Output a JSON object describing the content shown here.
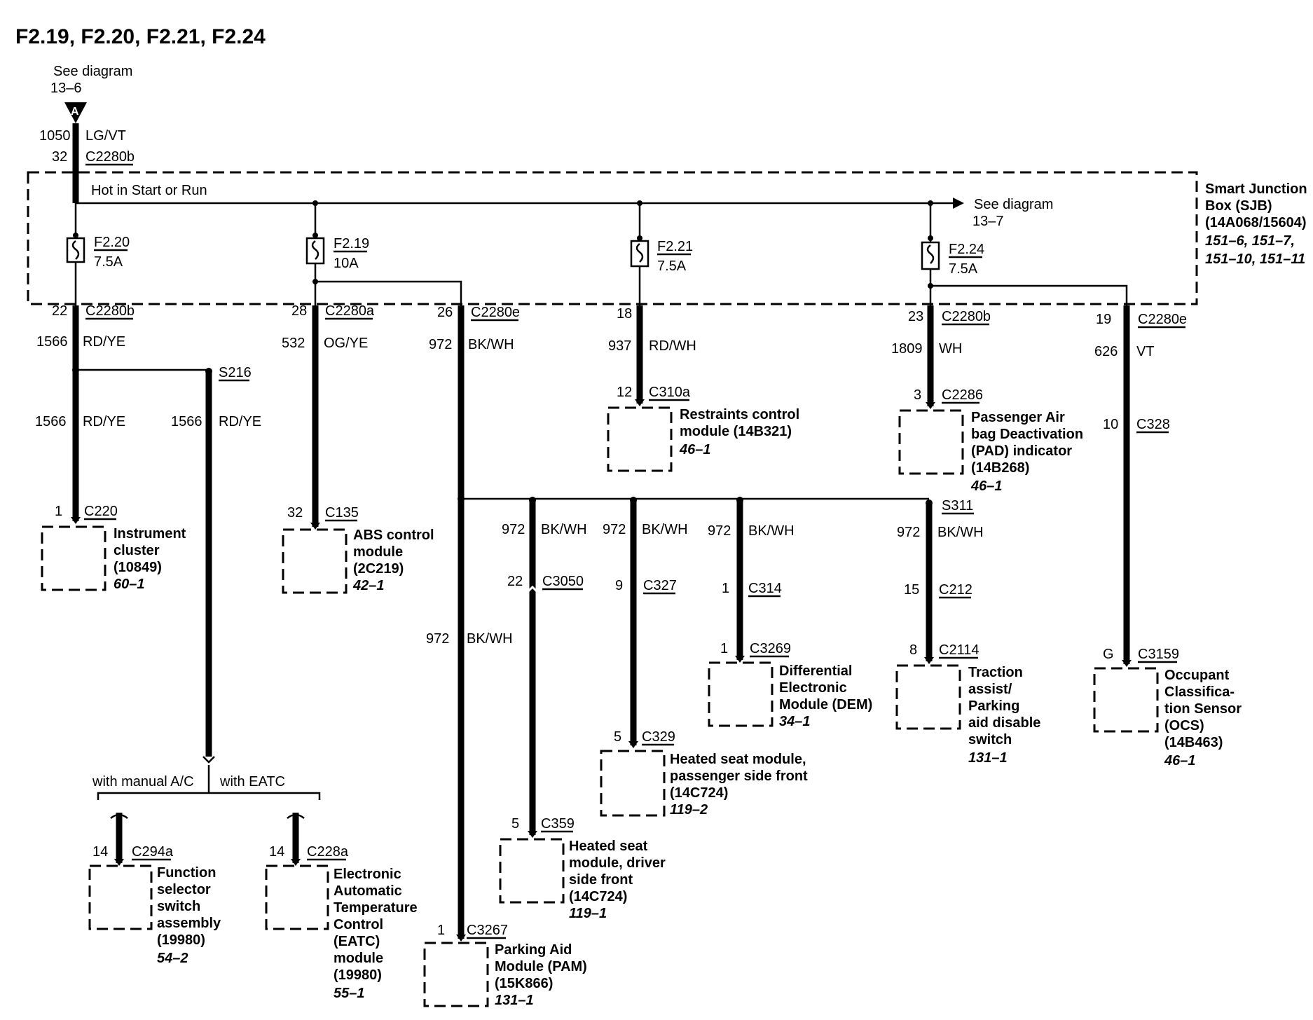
{
  "title": "F2.19, F2.20, F2.21, F2.24",
  "source": {
    "see": "See diagram",
    "ref": "13–6",
    "letter": "A",
    "circuit": "1050",
    "color": "LG/VT",
    "pin": "32",
    "connector": "C2280b"
  },
  "bus_label": "Hot in Start or Run",
  "bus_dest": {
    "see": "See diagram",
    "ref": "13–7"
  },
  "sjb": {
    "lines": [
      "Smart Junction",
      "Box (SJB)",
      "(14A068/15604)"
    ],
    "refs": [
      "151–6, 151–7,",
      "151–10, 151–11"
    ]
  },
  "fuses": [
    {
      "name": "F2.20",
      "rating": "7.5A"
    },
    {
      "name": "F2.19",
      "rating": "10A"
    },
    {
      "name": "F2.21",
      "rating": "7.5A"
    },
    {
      "name": "F2.24",
      "rating": "7.5A"
    }
  ],
  "outputs": [
    {
      "pin": "22",
      "connector": "C2280b",
      "circuit": "1566",
      "color": "RD/YE"
    },
    {
      "pin": "28",
      "connector": "C2280a",
      "circuit": "532",
      "color": "OG/YE"
    },
    {
      "pin": "26",
      "connector": "C2280e",
      "circuit": "972",
      "color": "BK/WH"
    },
    {
      "pin": "18",
      "connector": "",
      "circuit": "937",
      "color": "RD/WH"
    },
    {
      "pin": "23",
      "connector": "C2280b",
      "circuit": "1809",
      "color": "WH"
    },
    {
      "pin": "19",
      "connector": "C2280e",
      "circuit": "626",
      "color": "VT"
    }
  ],
  "splices": {
    "s216": "S216",
    "s311": "S311"
  },
  "wire_labels": {
    "w1566a": {
      "circuit": "1566",
      "color": "RD/YE"
    },
    "w1566b": {
      "circuit": "1566",
      "color": "RD/YE"
    },
    "w972pam": {
      "circuit": "972",
      "color": "BK/WH"
    },
    "w972_1": {
      "circuit": "972",
      "color": "BK/WH"
    },
    "w972_2": {
      "circuit": "972",
      "color": "BK/WH"
    },
    "w972_3": {
      "circuit": "972",
      "color": "BK/WH"
    },
    "w972_4": {
      "circuit": "972",
      "color": "BK/WH"
    }
  },
  "ac_options": {
    "manual": "with manual A/C",
    "eatc": "with EATC"
  },
  "inline_connectors": {
    "c3050": {
      "pin": "22",
      "connector": "C3050"
    },
    "c327": {
      "pin": "9",
      "connector": "C327"
    },
    "c314": {
      "pin": "1",
      "connector": "C314"
    },
    "c212": {
      "pin": "15",
      "connector": "C212"
    },
    "c328": {
      "pin": "10",
      "connector": "C328"
    }
  },
  "modules": {
    "ic": {
      "pin": "1",
      "connector": "C220",
      "lines": [
        "Instrument",
        "cluster",
        "(10849)"
      ],
      "ref": "60–1"
    },
    "abs": {
      "pin": "32",
      "connector": "C135",
      "lines": [
        "ABS control",
        "module",
        "(2C219)"
      ],
      "ref": "42–1"
    },
    "rcm": {
      "pin": "12",
      "connector": "C310a",
      "lines": [
        "Restraints control",
        "module (14B321)"
      ],
      "ref": "46–1"
    },
    "pad": {
      "pin": "3",
      "connector": "C2286",
      "lines": [
        "Passenger Air",
        "bag Deactivation",
        "(PAD) indicator",
        "(14B268)"
      ],
      "ref": "46–1"
    },
    "fss": {
      "pin": "14",
      "connector": "C294a",
      "lines": [
        "Function",
        "selector",
        "switch",
        "assembly",
        "(19980)"
      ],
      "ref": "54–2"
    },
    "eatc": {
      "pin": "14",
      "connector": "C228a",
      "lines": [
        "Electronic",
        "Automatic",
        "Temperature",
        "Control",
        "(EATC)",
        "module",
        "(19980)"
      ],
      "ref": "55–1"
    },
    "pam": {
      "pin": "1",
      "connector": "C3267",
      "lines": [
        "Parking Aid",
        "Module (PAM)",
        "(15K866)"
      ],
      "ref": "131–1"
    },
    "hsd": {
      "pin": "5",
      "connector": "C359",
      "lines": [
        "Heated seat",
        "module, driver",
        "side front",
        "(14C724)"
      ],
      "ref": "119–1"
    },
    "hsp": {
      "pin": "5",
      "connector": "C329",
      "lines": [
        "Heated seat module,",
        "passenger side front",
        "(14C724)"
      ],
      "ref": "119–2"
    },
    "dem": {
      "pin": "1",
      "connector": "C3269",
      "lines": [
        "Differential",
        "Electronic",
        "Module (DEM)"
      ],
      "ref": "34–1"
    },
    "ta": {
      "pin": "8",
      "connector": "C2114",
      "lines": [
        "Traction",
        "assist/",
        "Parking",
        "aid disable",
        "switch"
      ],
      "ref": "131–1"
    },
    "ocs": {
      "pin": "G",
      "connector": "C3159",
      "lines": [
        "Occupant",
        "Classifica-",
        "tion Sensor",
        "(OCS)",
        "(14B463)"
      ],
      "ref": "46–1"
    }
  }
}
